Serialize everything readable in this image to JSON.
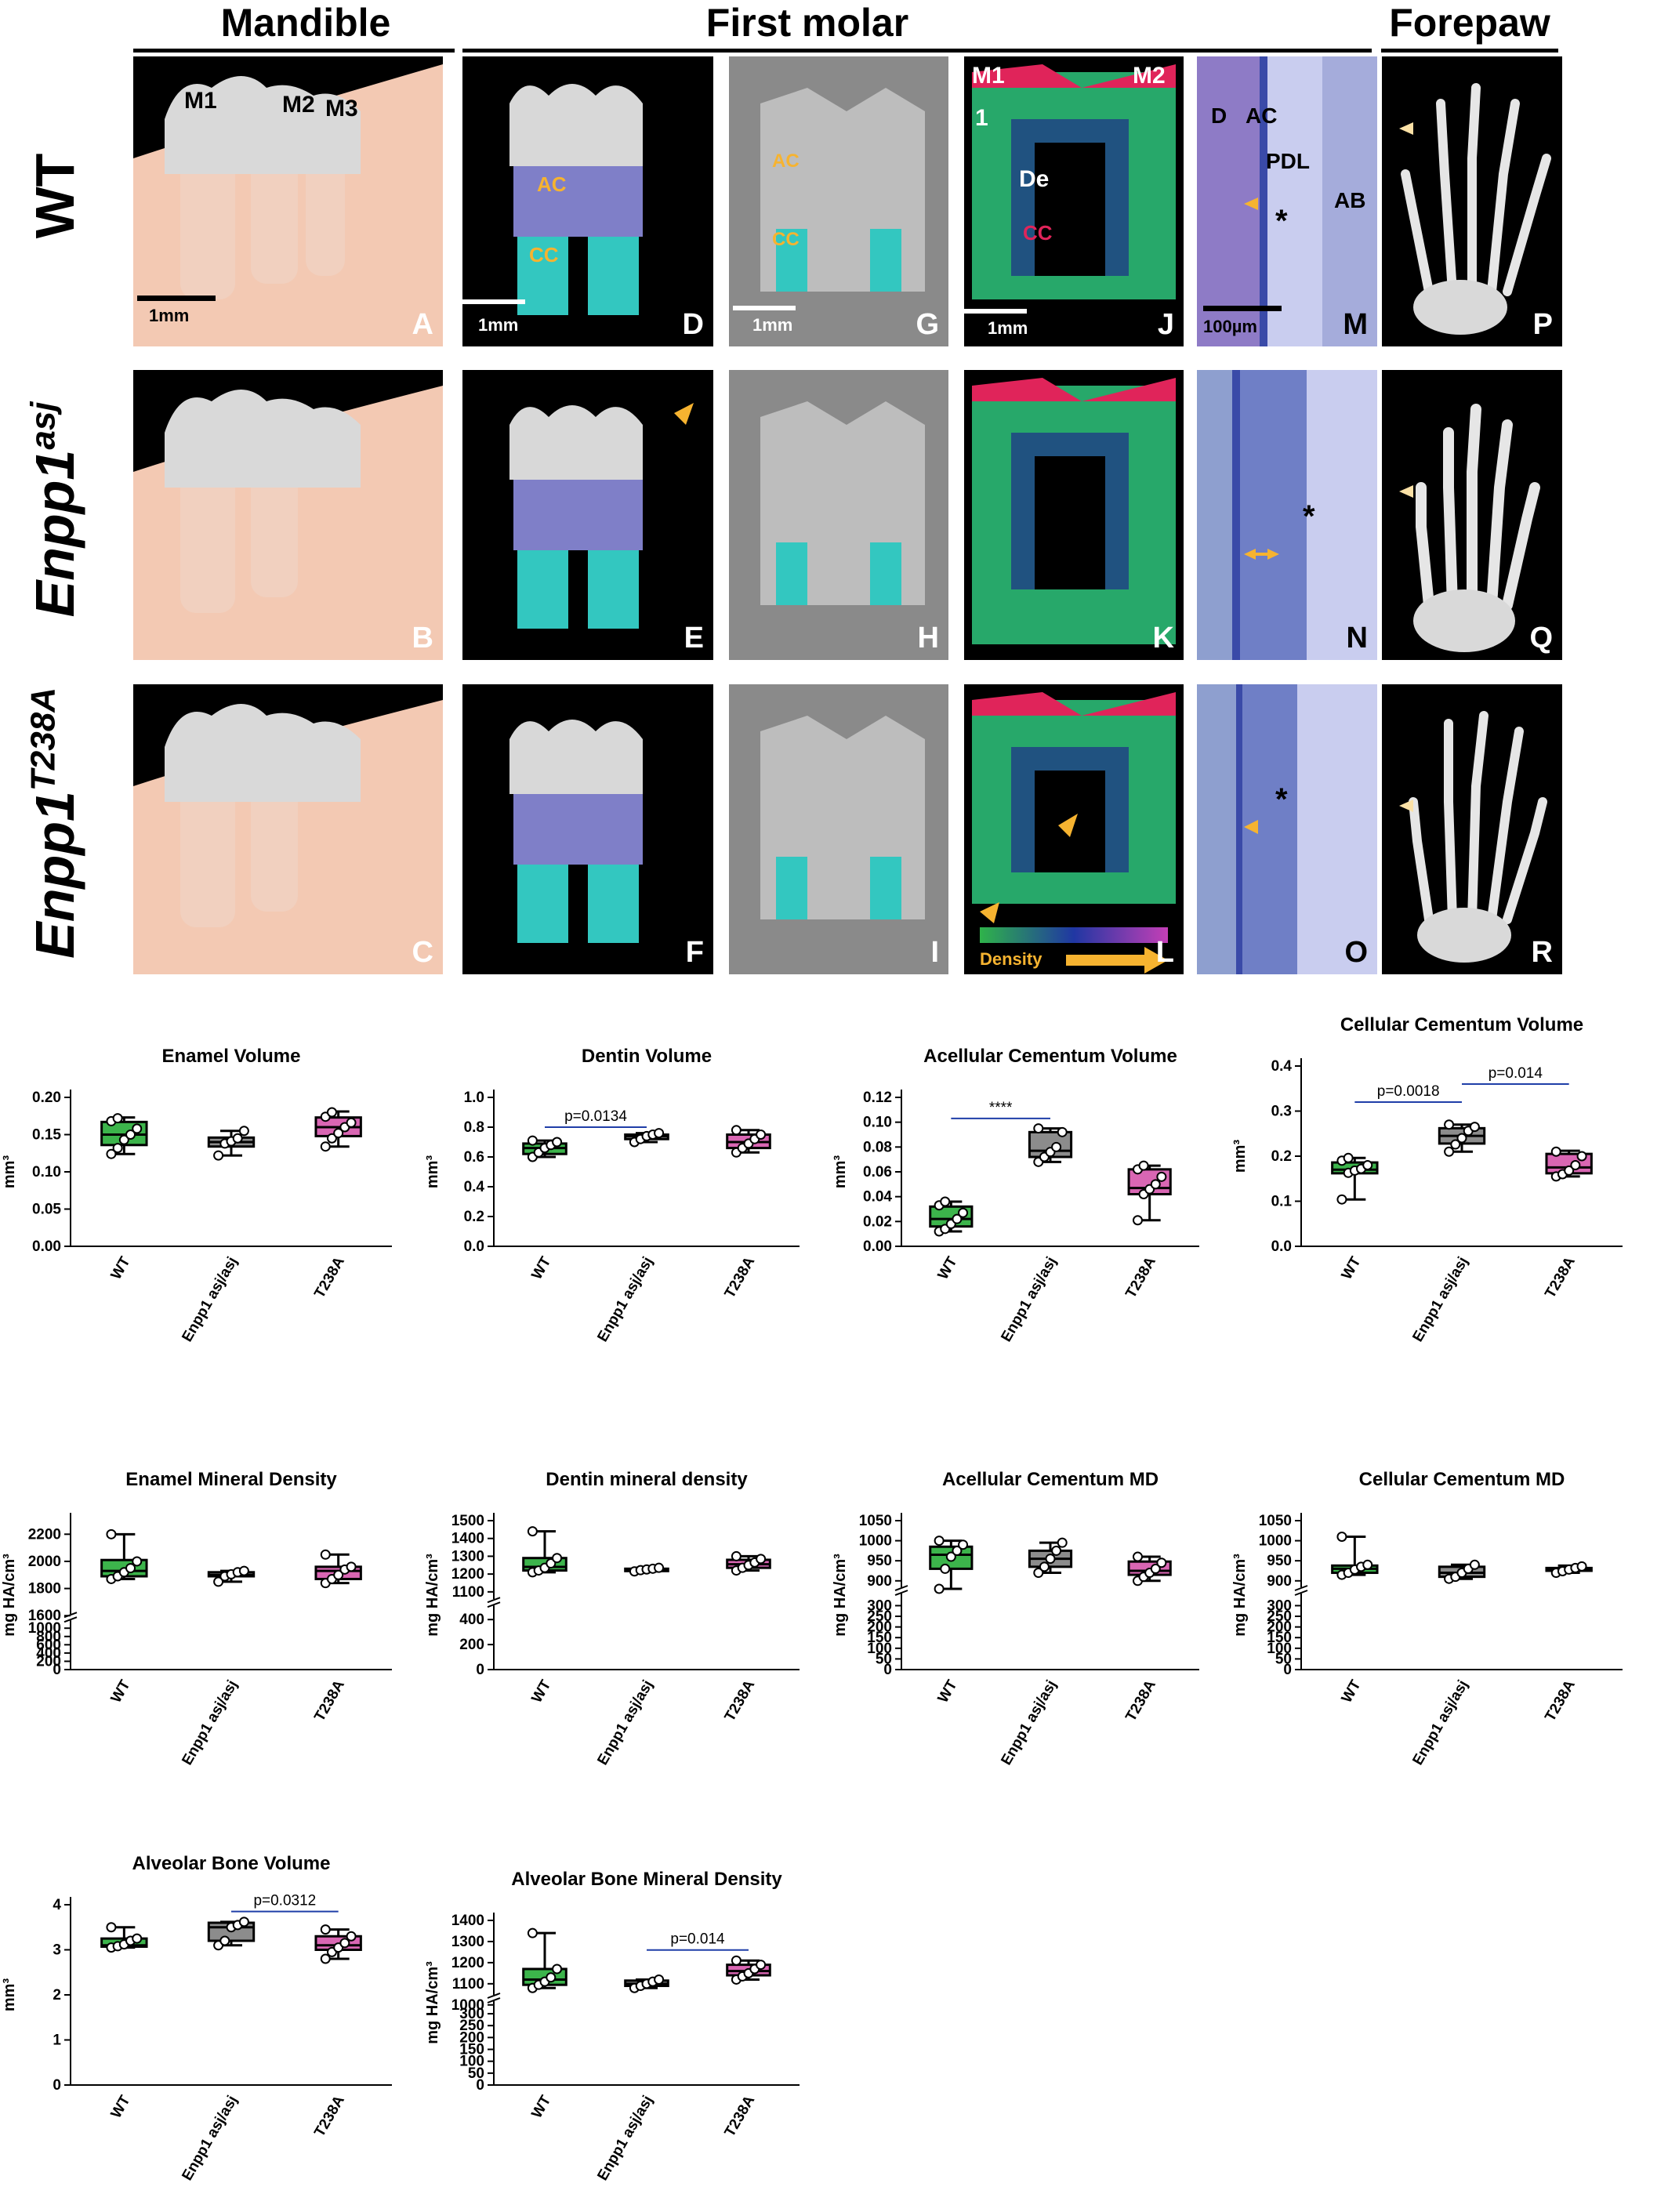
{
  "headers": {
    "mandible": "Mandible",
    "first_molar": "First molar",
    "forepaw": "Forepaw"
  },
  "rows": {
    "wt": "WT",
    "asj_base": "Enpp1",
    "asj_sup": "asj",
    "t238a_base": "Enpp1",
    "t238a_sup": "T238A"
  },
  "panels": {
    "A": "A",
    "B": "B",
    "C": "C",
    "D": "D",
    "E": "E",
    "F": "F",
    "G": "G",
    "H": "H",
    "I": "I",
    "J": "J",
    "K": "K",
    "L": "L",
    "M": "M",
    "N": "N",
    "O": "O",
    "P": "P",
    "Q": "Q",
    "R": "R"
  },
  "labels": {
    "M1": "M1",
    "M2": "M2",
    "M3": "M3",
    "AC": "AC",
    "CC": "CC",
    "De": "De",
    "one": "1",
    "D": "D",
    "PDL": "PDL",
    "AB": "AB",
    "scale_1mm": "1mm",
    "scale_100um": "100µm",
    "density": "Density"
  },
  "colors": {
    "wt": "#3cb44b",
    "asj": "#8c8c8c",
    "t238a": "#d966b3",
    "sig": "#1f3ea8",
    "arrow": "#f6b330"
  },
  "chart_data": [
    {
      "id": "c1",
      "type": "box",
      "title": "Enamel Volume",
      "ylabel": "mm³",
      "ylim": [
        0,
        0.2
      ],
      "yticks": [
        "0.00",
        "0.05",
        "0.10",
        "0.15",
        "0.20"
      ],
      "yvals": [
        0,
        0.05,
        0.1,
        0.15,
        0.2
      ],
      "categories": [
        "WT",
        "Enpp1 asj/asj",
        "T238A"
      ],
      "boxes": [
        {
          "min": 0.124,
          "q1": 0.136,
          "med": 0.15,
          "q3": 0.167,
          "max": 0.173,
          "points": [
            0.124,
            0.132,
            0.143,
            0.15,
            0.158,
            0.168,
            0.172
          ]
        },
        {
          "min": 0.122,
          "q1": 0.134,
          "med": 0.14,
          "q3": 0.146,
          "max": 0.155,
          "points": [
            0.122,
            0.138,
            0.141,
            0.145,
            0.155
          ]
        },
        {
          "min": 0.134,
          "q1": 0.148,
          "med": 0.16,
          "q3": 0.173,
          "max": 0.181,
          "points": [
            0.134,
            0.145,
            0.152,
            0.16,
            0.166,
            0.174,
            0.18
          ]
        }
      ],
      "sig": []
    },
    {
      "id": "c2",
      "type": "box",
      "title": "Dentin Volume",
      "ylabel": "mm³",
      "ylim": [
        0,
        1
      ],
      "yticks": [
        "0.0",
        "0.2",
        "0.4",
        "0.6",
        "0.8",
        "1.0"
      ],
      "yvals": [
        0,
        0.2,
        0.4,
        0.6,
        0.8,
        1.0
      ],
      "categories": [
        "WT",
        "Enpp1 asj/asj",
        "T238A"
      ],
      "boxes": [
        {
          "min": 0.6,
          "q1": 0.62,
          "med": 0.66,
          "q3": 0.69,
          "max": 0.71,
          "points": [
            0.6,
            0.63,
            0.66,
            0.68,
            0.7,
            0.71
          ]
        },
        {
          "min": 0.7,
          "q1": 0.72,
          "med": 0.74,
          "q3": 0.75,
          "max": 0.76,
          "points": [
            0.7,
            0.72,
            0.74,
            0.75,
            0.76
          ]
        },
        {
          "min": 0.63,
          "q1": 0.66,
          "med": 0.7,
          "q3": 0.75,
          "max": 0.78,
          "points": [
            0.63,
            0.66,
            0.69,
            0.72,
            0.75,
            0.78
          ]
        }
      ],
      "sig": [
        {
          "from": 0,
          "to": 1,
          "y": 0.8,
          "label": "p=0.0134"
        }
      ]
    },
    {
      "id": "c3",
      "type": "box",
      "title": "Acellular Cementum Volume",
      "ylabel": "mm³",
      "ylim": [
        0,
        0.12
      ],
      "yticks": [
        "0.00",
        "0.02",
        "0.04",
        "0.06",
        "0.08",
        "0.10",
        "0.12"
      ],
      "yvals": [
        0,
        0.02,
        0.04,
        0.06,
        0.08,
        0.1,
        0.12
      ],
      "categories": [
        "WT",
        "Enpp1 asj/asj",
        "T238A"
      ],
      "boxes": [
        {
          "min": 0.012,
          "q1": 0.016,
          "med": 0.022,
          "q3": 0.032,
          "max": 0.036,
          "points": [
            0.012,
            0.014,
            0.018,
            0.022,
            0.027,
            0.033,
            0.036
          ]
        },
        {
          "min": 0.068,
          "q1": 0.072,
          "med": 0.077,
          "q3": 0.092,
          "max": 0.095,
          "points": [
            0.068,
            0.072,
            0.076,
            0.08,
            0.092,
            0.095
          ]
        },
        {
          "min": 0.021,
          "q1": 0.042,
          "med": 0.047,
          "q3": 0.062,
          "max": 0.065,
          "points": [
            0.021,
            0.042,
            0.046,
            0.05,
            0.056,
            0.062,
            0.065
          ]
        }
      ],
      "sig": [
        {
          "from": 0,
          "to": 1,
          "y": 0.103,
          "label": "****"
        }
      ]
    },
    {
      "id": "c4",
      "type": "box",
      "title": "Cellular Cementum Volume",
      "ylabel": "mm³",
      "ylim": [
        0,
        0.4
      ],
      "yticks": [
        "0.0",
        "0.1",
        "0.2",
        "0.3",
        "0.4"
      ],
      "yvals": [
        0,
        0.1,
        0.2,
        0.3,
        0.4
      ],
      "categories": [
        "WT",
        "Enpp1 asj/asj",
        "T238A"
      ],
      "boxes": [
        {
          "min": 0.104,
          "q1": 0.162,
          "med": 0.17,
          "q3": 0.186,
          "max": 0.196,
          "points": [
            0.104,
            0.163,
            0.168,
            0.172,
            0.18,
            0.19,
            0.196
          ]
        },
        {
          "min": 0.21,
          "q1": 0.228,
          "med": 0.245,
          "q3": 0.262,
          "max": 0.27,
          "points": [
            0.21,
            0.226,
            0.24,
            0.256,
            0.265,
            0.27
          ]
        },
        {
          "min": 0.155,
          "q1": 0.162,
          "med": 0.175,
          "q3": 0.205,
          "max": 0.212,
          "points": [
            0.155,
            0.16,
            0.168,
            0.18,
            0.2,
            0.21
          ]
        }
      ],
      "sig": [
        {
          "from": 0,
          "to": 1,
          "y": 0.32,
          "label": "p=0.0018"
        },
        {
          "from": 1,
          "to": 2,
          "y": 0.36,
          "label": "p=0.014"
        }
      ]
    },
    {
      "id": "c5",
      "type": "box",
      "title": "Enamel Mineral  Density",
      "ylabel": "mg HA/cm³",
      "ylim": [
        0,
        2300
      ],
      "broken": {
        "low": 1000,
        "high": 1600,
        "split": 0.32
      },
      "yticks": [
        "0",
        "200",
        "400",
        "600",
        "800",
        "1000",
        "1600",
        "1800",
        "2000",
        "2200"
      ],
      "yvals": [
        0,
        200,
        400,
        600,
        800,
        1000,
        1600,
        1800,
        2000,
        2200
      ],
      "categories": [
        "WT",
        "Enpp1 asj/asj",
        "T238A"
      ],
      "boxes": [
        {
          "min": 1870,
          "q1": 1890,
          "med": 1930,
          "q3": 2010,
          "max": 2200,
          "points": [
            1870,
            1890,
            1920,
            1950,
            2000,
            2200
          ]
        },
        {
          "min": 1850,
          "q1": 1890,
          "med": 1900,
          "q3": 1920,
          "max": 1930,
          "points": [
            1850,
            1890,
            1905,
            1920,
            1930
          ]
        },
        {
          "min": 1840,
          "q1": 1870,
          "med": 1930,
          "q3": 1960,
          "max": 2050,
          "points": [
            1840,
            1870,
            1900,
            1940,
            1960,
            2050
          ]
        }
      ],
      "sig": []
    },
    {
      "id": "c6",
      "type": "box",
      "title": "Dentin mineral density",
      "ylabel": "mg HA/cm³",
      "ylim": [
        0,
        1500
      ],
      "broken": {
        "low": 450,
        "high": 1050,
        "split": 0.42
      },
      "yticks": [
        "0",
        "200",
        "400",
        "1100",
        "1200",
        "1300",
        "1400",
        "1500"
      ],
      "yvals": [
        0,
        200,
        400,
        1100,
        1200,
        1300,
        1400,
        1500
      ],
      "categories": [
        "WT",
        "Enpp1 asj/asj",
        "T238A"
      ],
      "boxes": [
        {
          "min": 1210,
          "q1": 1220,
          "med": 1240,
          "q3": 1290,
          "max": 1440,
          "points": [
            1210,
            1220,
            1235,
            1260,
            1290,
            1440
          ]
        },
        {
          "min": 1215,
          "q1": 1220,
          "med": 1225,
          "q3": 1230,
          "max": 1235,
          "points": [
            1215,
            1222,
            1226,
            1230,
            1235
          ]
        },
        {
          "min": 1220,
          "q1": 1235,
          "med": 1255,
          "q3": 1280,
          "max": 1300,
          "points": [
            1220,
            1235,
            1250,
            1265,
            1285,
            1300
          ]
        }
      ],
      "sig": []
    },
    {
      "id": "c7",
      "type": "box",
      "title": "Acellular Cementum MD",
      "ylabel": "mg HA/cm³",
      "ylim": [
        0,
        1050
      ],
      "broken": {
        "low": 320,
        "high": 880,
        "split": 0.5
      },
      "yticks": [
        "0",
        "50",
        "100",
        "150",
        "200",
        "250",
        "300",
        "900",
        "950",
        "1000",
        "1050"
      ],
      "yvals": [
        0,
        50,
        100,
        150,
        200,
        250,
        300,
        900,
        950,
        1000,
        1050
      ],
      "categories": [
        "WT",
        "Enpp1 asj/asj",
        "T238A"
      ],
      "boxes": [
        {
          "min": 880,
          "q1": 930,
          "med": 965,
          "q3": 985,
          "max": 1000,
          "points": [
            880,
            930,
            960,
            975,
            990,
            1000
          ]
        },
        {
          "min": 920,
          "q1": 935,
          "med": 955,
          "q3": 975,
          "max": 995,
          "points": [
            920,
            935,
            955,
            975,
            995
          ]
        },
        {
          "min": 900,
          "q1": 915,
          "med": 925,
          "q3": 948,
          "max": 960,
          "points": [
            900,
            910,
            920,
            930,
            945,
            960
          ]
        }
      ],
      "sig": []
    },
    {
      "id": "c8",
      "type": "box",
      "title": "Cellular Cementum MD",
      "ylabel": "mg HA/cm³",
      "ylim": [
        0,
        1050
      ],
      "broken": {
        "low": 320,
        "high": 880,
        "split": 0.5
      },
      "yticks": [
        "0",
        "50",
        "100",
        "150",
        "200",
        "250",
        "300",
        "900",
        "950",
        "1000",
        "1050"
      ],
      "yvals": [
        0,
        50,
        100,
        150,
        200,
        250,
        300,
        900,
        950,
        1000,
        1050
      ],
      "categories": [
        "WT",
        "Enpp1 asj/asj",
        "T238A"
      ],
      "boxes": [
        {
          "min": 915,
          "q1": 920,
          "med": 930,
          "q3": 938,
          "max": 1010,
          "points": [
            915,
            920,
            928,
            935,
            940,
            1010
          ]
        },
        {
          "min": 905,
          "q1": 910,
          "med": 920,
          "q3": 935,
          "max": 940,
          "points": [
            905,
            910,
            920,
            930,
            940
          ]
        },
        {
          "min": 920,
          "q1": 925,
          "med": 928,
          "q3": 932,
          "max": 938,
          "points": [
            920,
            924,
            928,
            932,
            936
          ]
        }
      ],
      "sig": []
    },
    {
      "id": "c9",
      "type": "box",
      "title": "Alveolar Bone Volume",
      "ylabel": "mm³",
      "ylim": [
        0,
        4
      ],
      "yticks": [
        "0",
        "1",
        "2",
        "3",
        "4"
      ],
      "yvals": [
        0,
        1,
        2,
        3,
        4
      ],
      "categories": [
        "WT",
        "Enpp1 asj/asj",
        "T238A"
      ],
      "boxes": [
        {
          "min": 3.05,
          "q1": 3.07,
          "med": 3.1,
          "q3": 3.25,
          "max": 3.5,
          "points": [
            3.05,
            3.08,
            3.12,
            3.2,
            3.25,
            3.5
          ]
        },
        {
          "min": 3.1,
          "q1": 3.2,
          "med": 3.5,
          "q3": 3.6,
          "max": 3.62,
          "points": [
            3.1,
            3.2,
            3.5,
            3.55,
            3.62
          ]
        },
        {
          "min": 2.8,
          "q1": 3.0,
          "med": 3.1,
          "q3": 3.3,
          "max": 3.45,
          "points": [
            2.8,
            2.95,
            3.05,
            3.15,
            3.3,
            3.45
          ]
        }
      ],
      "sig": [
        {
          "from": 1,
          "to": 2,
          "y": 3.85,
          "label": "p=0.0312"
        }
      ]
    },
    {
      "id": "c10",
      "type": "box",
      "title": "Alveolar Bone Mineral Density",
      "ylabel": "mg HA/cm³",
      "ylim": [
        0,
        1400
      ],
      "broken": {
        "low": 320,
        "high": 1040,
        "split": 0.5
      },
      "yticks": [
        "0",
        "50",
        "100",
        "150",
        "200",
        "250",
        "300",
        "1000",
        "1100",
        "1200",
        "1300",
        "1400"
      ],
      "yvals": [
        0,
        50,
        100,
        150,
        200,
        250,
        300,
        1000,
        1100,
        1200,
        1300,
        1400
      ],
      "categories": [
        "WT",
        "Enpp1 asj/asj",
        "T238A"
      ],
      "boxes": [
        {
          "min": 1080,
          "q1": 1095,
          "med": 1120,
          "q3": 1170,
          "max": 1340,
          "points": [
            1080,
            1095,
            1110,
            1130,
            1170,
            1340
          ]
        },
        {
          "min": 1080,
          "q1": 1090,
          "med": 1100,
          "q3": 1115,
          "max": 1120,
          "points": [
            1080,
            1090,
            1100,
            1110,
            1120
          ]
        },
        {
          "min": 1120,
          "q1": 1140,
          "med": 1160,
          "q3": 1190,
          "max": 1210,
          "points": [
            1120,
            1135,
            1150,
            1170,
            1190,
            1210
          ]
        }
      ],
      "sig": [
        {
          "from": 1,
          "to": 2,
          "y": 1260,
          "label": "p=0.014"
        }
      ]
    }
  ]
}
